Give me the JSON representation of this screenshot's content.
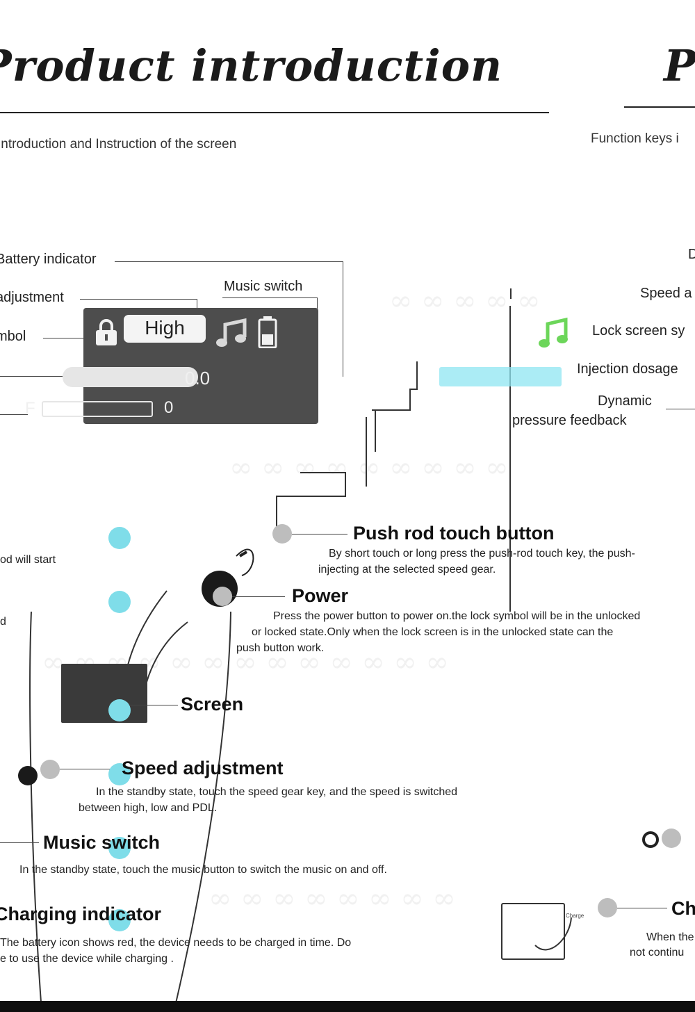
{
  "header": {
    "title_left": "Product  introduction",
    "title_right": "P",
    "subtitle_left": "Introduction and Instruction of the screen",
    "subtitle_right": "Function keys i"
  },
  "screen_callouts": {
    "battery_indicator": "Battery indicator",
    "music_switch": "Music switch",
    "speed_adjustment": "adjustment",
    "lock_symbol": "mbol"
  },
  "screen_panel": {
    "speed_value": "High",
    "dosage_value": "0.0",
    "pressure_left": "F",
    "pressure_right": "0"
  },
  "right_callouts": {
    "top_cut": "D",
    "speed_adjustment": "Speed a",
    "lock_screen": "Lock screen sy",
    "injection_dosage": "Injection dosage",
    "dynamic_line1": "Dynamic",
    "dynamic_line2": "pressure feedback"
  },
  "sections": {
    "push_rod": {
      "heading": "Push rod touch button",
      "line1": "By short touch or long press the push-rod touch key, the push-",
      "line2": "injecting at the selected speed gear."
    },
    "left_cut1": "od will start",
    "left_cut2": "d",
    "power": {
      "heading": "Power",
      "line1": "Press the power button to power on.the lock symbol will be in the unlocked",
      "line2": "or locked state.Only when the lock screen is in the unlocked state can the",
      "line3": "push button work."
    },
    "screen": {
      "heading": "Screen"
    },
    "speed": {
      "heading": "Speed adjustment",
      "line1": "In the standby state, touch the speed gear key, and the speed is switched",
      "line2": "between high, low and PDL."
    },
    "music": {
      "heading": "Music switch",
      "line1": "In the standby state, touch the music button to switch the music on and off."
    },
    "charging": {
      "heading": "Charging indicator",
      "line1": "The battery icon shows red, the device needs to be charged in time. Do",
      "line2": "e to use the device while charging ."
    },
    "right_charging": {
      "heading": "Ch",
      "line1": "When the",
      "line2": "not continu",
      "device_label": "Charge"
    }
  }
}
